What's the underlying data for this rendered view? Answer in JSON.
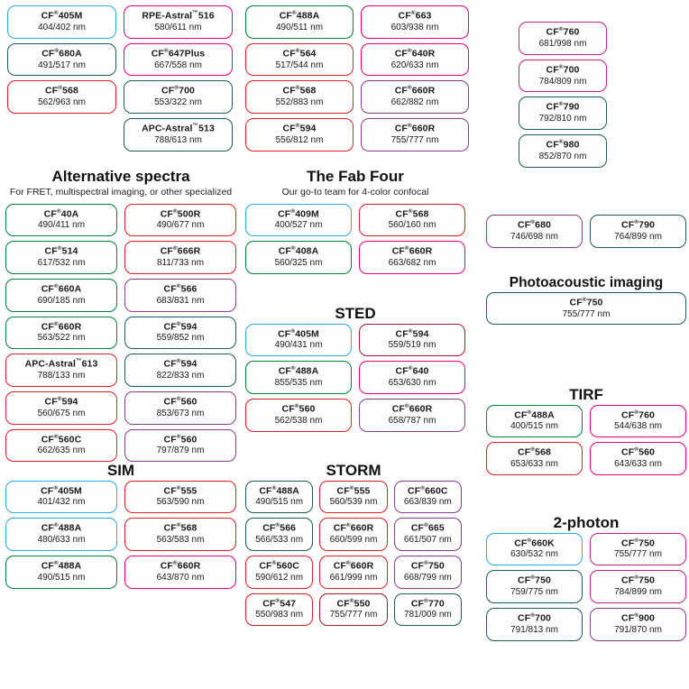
{
  "sections": [
    {
      "id": "top-a",
      "title": "",
      "subtitle": "",
      "columns": 2,
      "chips": [
        {
          "name": "CF®405M",
          "wavelengths": "404/402 nm",
          "color": "blue"
        },
        {
          "name": "RPE-Astral™516",
          "wavelengths": "580/611 nm",
          "color": "pink"
        },
        {
          "name": "CF®680A",
          "wavelengths": "491/517 nm",
          "color": "teal"
        },
        {
          "name": "CF®647Plus",
          "wavelengths": "667/558 nm",
          "color": "pink"
        },
        {
          "name": "CF®568",
          "wavelengths": "562/963 nm",
          "color": "red"
        },
        {
          "name": "CF®700",
          "wavelengths": "553/322 nm",
          "color": "teal"
        },
        {
          "name": "",
          "wavelengths": "",
          "color": "none"
        },
        {
          "name": "APC-Astral™513",
          "wavelengths": "788/613 nm",
          "color": "teal"
        }
      ]
    },
    {
      "id": "top-b",
      "title": "",
      "subtitle": "",
      "columns": 2,
      "chips": [
        {
          "name": "CF®488A",
          "wavelengths": "490/511 nm",
          "color": "green"
        },
        {
          "name": "CF®663",
          "wavelengths": "603/938 nm",
          "color": "pink"
        },
        {
          "name": "CF®564",
          "wavelengths": "517/544 nm",
          "color": "red"
        },
        {
          "name": "CF®640R",
          "wavelengths": "620/633 nm",
          "color": "pink"
        },
        {
          "name": "CF®568",
          "wavelengths": "552/883 nm",
          "color": "red"
        },
        {
          "name": "CF®660R",
          "wavelengths": "662/882 nm",
          "color": "purple"
        },
        {
          "name": "CF®594",
          "wavelengths": "556/812 nm",
          "color": "red"
        },
        {
          "name": "CF®660R",
          "wavelengths": "755/777 nm",
          "color": "purple"
        }
      ]
    },
    {
      "id": "top-c",
      "title": "",
      "subtitle": "",
      "columns": 1,
      "chips": [
        {
          "name": "CF®760",
          "wavelengths": "681/998 nm",
          "color": "magenta"
        },
        {
          "name": "CF®700",
          "wavelengths": "784/809 nm",
          "color": "magenta"
        },
        {
          "name": "CF®790",
          "wavelengths": "792/810 nm",
          "color": "teal"
        },
        {
          "name": "CF®980",
          "wavelengths": "852/870 nm",
          "color": "teal"
        }
      ]
    },
    {
      "id": "alt",
      "title": "Alternative spectra",
      "subtitle": "For FRET, multispectral imaging, or other specialized",
      "columns": 2,
      "chips": [
        {
          "name": "CF®40A",
          "wavelengths": "490/411 nm",
          "color": "green"
        },
        {
          "name": "CF®500R",
          "wavelengths": "490/677 nm",
          "color": "red"
        },
        {
          "name": "CF®514",
          "wavelengths": "617/532 nm",
          "color": "green"
        },
        {
          "name": "CF®666R",
          "wavelengths": "811/733 nm",
          "color": "red"
        },
        {
          "name": "CF®660A",
          "wavelengths": "690/185 nm",
          "color": "green"
        },
        {
          "name": "CF®566",
          "wavelengths": "683/831 nm",
          "color": "purple"
        },
        {
          "name": "CF®660R",
          "wavelengths": "563/522 nm",
          "color": "green"
        },
        {
          "name": "CF®594",
          "wavelengths": "559/852 nm",
          "color": "teal"
        },
        {
          "name": "APC-Astral™613",
          "wavelengths": "788/133 nm",
          "color": "red"
        },
        {
          "name": "CF®594",
          "wavelengths": "822/833 nm",
          "color": "teal"
        },
        {
          "name": "CF®594",
          "wavelengths": "560/675 nm",
          "color": "red"
        },
        {
          "name": "CF®560",
          "wavelengths": "853/673 nm",
          "color": "purple"
        },
        {
          "name": "CF®560C",
          "wavelengths": "662/635 nm",
          "color": "red"
        },
        {
          "name": "CF®560",
          "wavelengths": "797/879 nm",
          "color": "purple"
        }
      ]
    },
    {
      "id": "fab",
      "title": "The Fab Four",
      "subtitle": "Our go-to team for 4-color confocal",
      "columns": 2,
      "chips": [
        {
          "name": "CF®409M",
          "wavelengths": "400/527 nm",
          "color": "blue"
        },
        {
          "name": "CF®568",
          "wavelengths": "560/160 nm",
          "color": "red"
        },
        {
          "name": "CF®408A",
          "wavelengths": "560/325 nm",
          "color": "green"
        },
        {
          "name": "CF®660R",
          "wavelengths": "663/682 nm",
          "color": "pink"
        }
      ]
    },
    {
      "id": "sted",
      "title": "STED",
      "subtitle": "",
      "columns": 2,
      "chips": [
        {
          "name": "CF®405M",
          "wavelengths": "490/431 nm",
          "color": "blue"
        },
        {
          "name": "CF®594",
          "wavelengths": "559/519 nm",
          "color": "darkred"
        },
        {
          "name": "CF®488A",
          "wavelengths": "855/535 nm",
          "color": "green"
        },
        {
          "name": "CF®640",
          "wavelengths": "653/630 nm",
          "color": "pink"
        },
        {
          "name": "CF®560",
          "wavelengths": "562/538 nm",
          "color": "red"
        },
        {
          "name": "CF®660R",
          "wavelengths": "658/787 nm",
          "color": "purple"
        }
      ]
    },
    {
      "id": "sim",
      "title": "SIM",
      "subtitle": "",
      "columns": 2,
      "chips": [
        {
          "name": "CF®405M",
          "wavelengths": "401/432 nm",
          "color": "blue"
        },
        {
          "name": "CF®555",
          "wavelengths": "563/590 nm",
          "color": "red"
        },
        {
          "name": "CF®488A",
          "wavelengths": "480/633 nm",
          "color": "blue"
        },
        {
          "name": "CF®568",
          "wavelengths": "563/583 nm",
          "color": "red"
        },
        {
          "name": "CF®488A",
          "wavelengths": "490/515 nm",
          "color": "green"
        },
        {
          "name": "CF®660R",
          "wavelengths": "643/870 nm",
          "color": "pink"
        }
      ]
    },
    {
      "id": "storm",
      "title": "STORM",
      "subtitle": "",
      "columns": 3,
      "chips": [
        {
          "name": "CF®488A",
          "wavelengths": "490/515 nm",
          "color": "teal"
        },
        {
          "name": "CF®555",
          "wavelengths": "560/539 nm",
          "color": "red"
        },
        {
          "name": "CF®660C",
          "wavelengths": "663/839 nm",
          "color": "purple"
        },
        {
          "name": "CF®566",
          "wavelengths": "566/533 nm",
          "color": "teal"
        },
        {
          "name": "CF®660R",
          "wavelengths": "660/599 nm",
          "color": "red"
        },
        {
          "name": "CF®665",
          "wavelengths": "661/507 nm",
          "color": "purple"
        },
        {
          "name": "CF®560C",
          "wavelengths": "590/612 nm",
          "color": "red"
        },
        {
          "name": "CF®660R",
          "wavelengths": "661/999 nm",
          "color": "red"
        },
        {
          "name": "CF®750",
          "wavelengths": "668/799 nm",
          "color": "purple"
        },
        {
          "name": "CF®547",
          "wavelengths": "550/983 nm",
          "color": "red"
        },
        {
          "name": "CF®550",
          "wavelengths": "755/777 nm",
          "color": "darkred"
        },
        {
          "name": "CF®770",
          "wavelengths": "781/009 nm",
          "color": "teal"
        }
      ]
    },
    {
      "id": "r-pair",
      "title": "",
      "subtitle": "",
      "columns": 2,
      "chips": [
        {
          "name": "CF®680",
          "wavelengths": "746/698 nm",
          "color": "purple"
        },
        {
          "name": "CF®790",
          "wavelengths": "764/899 nm",
          "color": "teal"
        }
      ]
    },
    {
      "id": "photo",
      "title": "Photoacoustic imaging",
      "subtitle": "",
      "columns": 1,
      "chips": [
        {
          "name": "CF®750",
          "wavelengths": "755/777 nm",
          "color": "teal"
        }
      ]
    },
    {
      "id": "tirf",
      "title": "TIRF",
      "subtitle": "",
      "columns": 2,
      "chips": [
        {
          "name": "CF®488A",
          "wavelengths": "400/515 nm",
          "color": "green"
        },
        {
          "name": "CF®760",
          "wavelengths": "544/638 nm",
          "color": "pink"
        },
        {
          "name": "CF®568",
          "wavelengths": "653/633 nm",
          "color": "red"
        },
        {
          "name": "CF®560",
          "wavelengths": "643/633 nm",
          "color": "pink"
        }
      ]
    },
    {
      "id": "twophoton",
      "title": "2-photon",
      "subtitle": "",
      "columns": 2,
      "chips": [
        {
          "name": "CF®660K",
          "wavelengths": "630/532 nm",
          "color": "blue"
        },
        {
          "name": "CF®750",
          "wavelengths": "755/777 nm",
          "color": "magenta"
        },
        {
          "name": "CF®750",
          "wavelengths": "759/775 nm",
          "color": "teal"
        },
        {
          "name": "CF®750",
          "wavelengths": "784/899 nm",
          "color": "magenta"
        },
        {
          "name": "CF®700",
          "wavelengths": "791/813 nm",
          "color": "teal"
        },
        {
          "name": "CF®900",
          "wavelengths": "791/870 nm",
          "color": "purple"
        }
      ]
    }
  ],
  "palette": {
    "blue": "#29ABE2",
    "green": "#00803C",
    "red": "#E31E24",
    "pink": "#E6007E",
    "teal": "#1B5E57",
    "purple": "#8B3A96",
    "magenta": "#C2218E",
    "darkred": "#A8192B"
  }
}
